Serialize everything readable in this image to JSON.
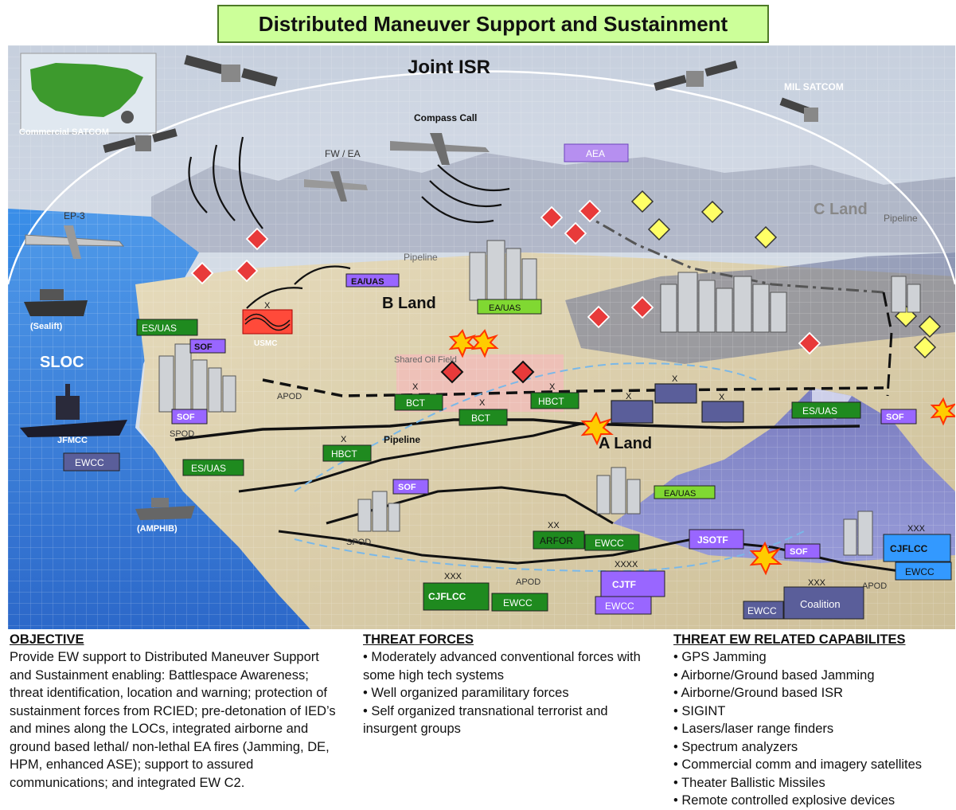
{
  "title": "Distributed Maneuver Support and Sustainment",
  "scene": {
    "labels": {
      "joint_isr": "Joint ISR",
      "mil_satcom": "MIL SATCOM",
      "commercial_satcom": "Commercial SATCOM",
      "compass_call": "Compass Call",
      "fw_ea": "FW / EA",
      "ep3": "EP-3",
      "aea": "AEA",
      "c_land": "C Land",
      "pipeline_c": "Pipeline",
      "pipeline_b": "Pipeline",
      "b_land": "B Land",
      "sealift": "(Sealift)",
      "usmc": "USMC",
      "sloc": "SLOC",
      "shared_oil_field": "Shared Oil Field",
      "apod_1": "APOD",
      "spod_1": "SPOD",
      "jfmcc": "JFMCC",
      "pipeline_main": "Pipeline",
      "a_land": "A Land",
      "amphib": "(AMPHIB)",
      "spod_2": "SPOD",
      "apod_2": "APOD",
      "apod_3": "APOD",
      "echelon_x": "X",
      "echelon_xx": "XX",
      "echelon_xxx": "XXX",
      "echelon_xxxx": "XXXX"
    },
    "units": {
      "ea_uas_1": "EA/UAS",
      "ea_uas_2": "EA/UAS",
      "ea_uas_3": "EA/UAS",
      "es_uas_1": "ES/UAS",
      "es_uas_2": "ES/UAS",
      "es_uas_3": "ES/UAS",
      "sof_1": "SOF",
      "sof_2": "SOF",
      "sof_3": "SOF",
      "sof_4": "SOF",
      "sof_5": "SOF",
      "ewcc_1": "EWCC",
      "ewcc_2": "EWCC",
      "ewcc_3": "EWCC",
      "ewcc_4": "EWCC",
      "ewcc_5": "EWCC",
      "ewcc_6": "EWCC",
      "bct_1": "BCT",
      "bct_2": "BCT",
      "hbct_1": "HBCT",
      "hbct_2": "HBCT",
      "arfor": "ARFOR",
      "cjflcc_1": "CJFLCC",
      "cjflcc_2": "CJFLCC",
      "cjtf": "CJTF",
      "jsotf": "JSOTF",
      "coalition": "Coalition"
    },
    "colors": {
      "green_unit": "#1f8a1f",
      "bright_green_unit": "#80d832",
      "purple_unit": "#9966ff",
      "blue_unit": "#3399ff",
      "slate_unit": "#5a5e9a",
      "threat_diamond": "#e83a3a",
      "coalition_diamond": "#ffff66",
      "sea": "#1f6fd6",
      "land": "#d9caa4"
    }
  },
  "objective": {
    "heading": "OBJECTIVE",
    "body": "Provide EW support to Distributed Maneuver Support and Sustainment enabling: Battlespace Awareness; threat identification, location and warning; protection of sustainment forces from RCIED; pre-detonation of IED’s and mines along the LOCs, integrated airborne and ground based lethal/ non-lethal EA fires (Jamming, DE, HPM, enhanced ASE); support to assured communications; and integrated EW C2."
  },
  "threat_forces": {
    "heading": "THREAT FORCES",
    "items": [
      "Moderately advanced conventional forces with some high tech systems",
      "Well organized paramilitary forces",
      "Self organized transnational terrorist and insurgent groups"
    ]
  },
  "threat_ew": {
    "heading": "THREAT EW RELATED CAPABILITES",
    "items": [
      "GPS Jamming",
      "Airborne/Ground based Jamming",
      "Airborne/Ground based ISR",
      "SIGINT",
      "Lasers/laser range finders",
      "Spectrum analyzers",
      "Commercial comm and imagery satellites",
      "Theater Ballistic Missiles",
      "Remote controlled explosive devices"
    ]
  }
}
